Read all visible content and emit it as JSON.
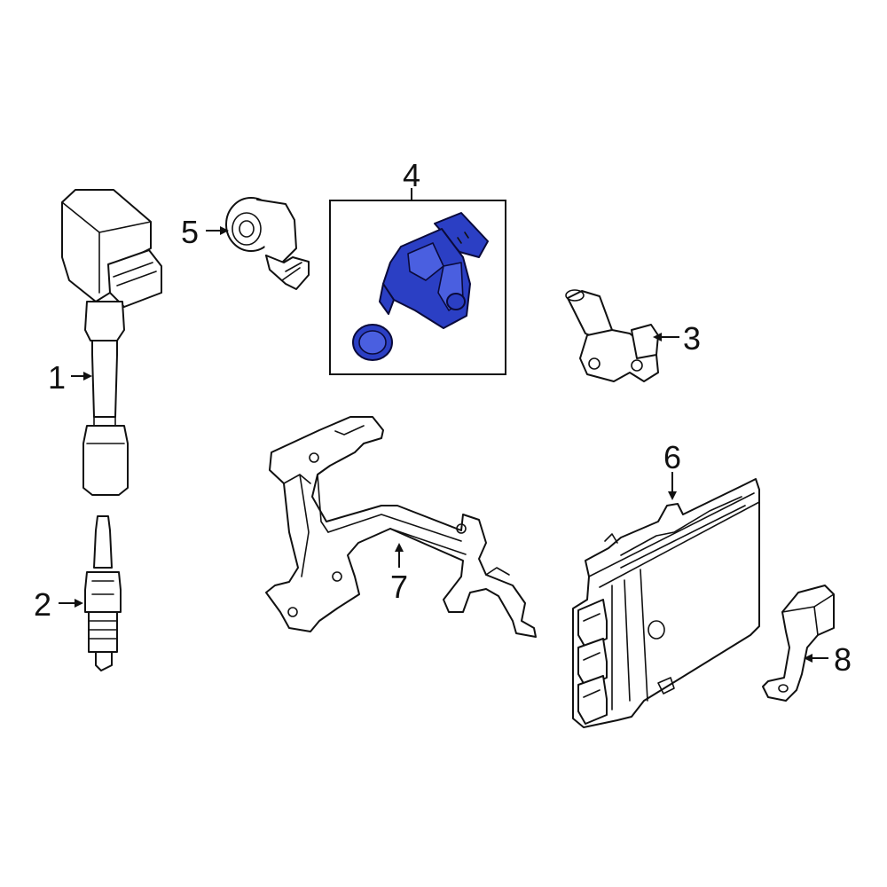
{
  "colors": {
    "highlight": "#2b3fc4",
    "line": "#111111",
    "background": "#ffffff"
  },
  "callouts": {
    "c1": "1",
    "c2": "2",
    "c3": "3",
    "c4": "4",
    "c5": "5",
    "c6": "6",
    "c7": "7",
    "c8": "8"
  }
}
